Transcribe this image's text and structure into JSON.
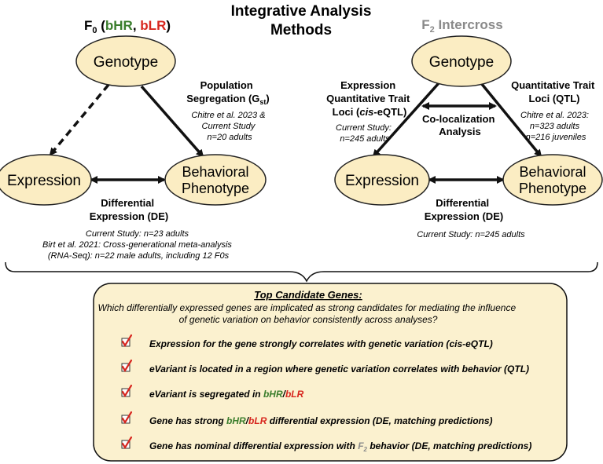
{
  "title_line1": "Integrative Analysis",
  "title_line2": "Methods",
  "colors": {
    "node_fill": "#fbedc3",
    "node_stroke": "#222222",
    "bhr_green": "#3a7d2c",
    "blr_red": "#d7261e",
    "f2_gray": "#8a8a8a",
    "box_fill": "#fbf1cf",
    "check_red": "#d7261e"
  },
  "left": {
    "header_f": "F",
    "header_sub": "0",
    "header_open": " (",
    "header_bhr": "bHR",
    "header_comma": ", ",
    "header_blr": "bLR",
    "header_close": ")",
    "node_genotype": "Genotype",
    "node_expression": "Expression",
    "node_behavior_line1": "Behavioral",
    "node_behavior_line2": "Phenotype",
    "seg_line1": "Population",
    "seg_line2": "Segregation (G",
    "seg_sub": "st",
    "seg_close": ")",
    "seg_cite1": "Chitre et al. 2023 &",
    "seg_cite2": "Current Study",
    "seg_cite3": "n=20 adults",
    "de_line1": "Differential",
    "de_line2": "Expression (DE)",
    "de_cite1": "Current Study: n=23 adults",
    "de_cite2": "Birt et al. 2021: Cross-generational meta-analysis",
    "de_cite3": "(RNA-Seq): n=22 male adults, including 12 F0s"
  },
  "right": {
    "header_f": "F",
    "header_sub": "2",
    "header_rest": " Intercross",
    "node_genotype": "Genotype",
    "node_expression": "Expression",
    "node_behavior_line1": "Behavioral",
    "node_behavior_line2": "Phenotype",
    "eqtl_line1": "Expression",
    "eqtl_line2": "Quantitative Trait",
    "eqtl_line3_pre": "Loci (",
    "eqtl_line3_ital": "cis",
    "eqtl_line3_post": "-eQTL)",
    "eqtl_cite1": "Current Study:",
    "eqtl_cite2": "n=245 adults",
    "coloc_line1": "Co-localization",
    "coloc_line2": "Analysis",
    "qtl_line1": "Quantitative Trait",
    "qtl_line2": "Loci (QTL)",
    "qtl_cite1": "Chitre et al. 2023:",
    "qtl_cite2": "n=323 adults",
    "qtl_cite3": "n=216 juveniles",
    "de_line1": "Differential",
    "de_line2": "Expression (DE)",
    "de_cite1": "Current Study: n=245 adults"
  },
  "candidates": {
    "title": "Top Candidate Genes:",
    "question_line1": "Which differentially expressed genes are implicated as strong candidates for mediating the influence",
    "question_line2": "of genetic variation on behavior consistently across analyses?",
    "item1_pre": "Expression for the gene strongly correlates with genetic variation (",
    "item1_cis": "cis",
    "item1_post": "-eQTL)",
    "item2": "eVariant is located in a region where genetic variation correlates with behavior (QTL)",
    "item3_pre": "eVariant is segregated in ",
    "item3_bhr": "bHR",
    "item3_slash": "/",
    "item3_blr": "bLR",
    "item4_pre": "Gene has strong ",
    "item4_bhr": "bHR",
    "item4_slash": "/",
    "item4_blr": "bLR",
    "item4_post": " differential expression (DE, matching predictions)",
    "item5_pre": "Gene has nominal differential expression with ",
    "item5_f": "F",
    "item5_sub": "2",
    "item5_post": " behavior (DE, matching predictions)"
  }
}
